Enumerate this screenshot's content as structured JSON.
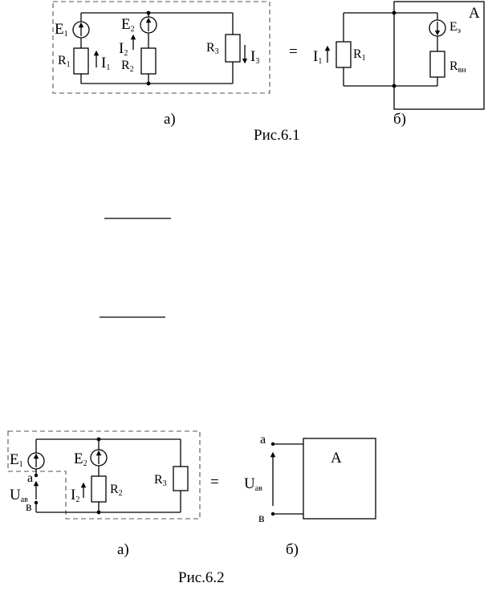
{
  "figure1": {
    "caption": "Рис.6.1",
    "part_a": "а)",
    "part_b": "б)",
    "equals": "=",
    "labels": {
      "E1": "E",
      "E1_sub": "1",
      "E2": "E",
      "E2_sub": "2",
      "R1": "R",
      "R1_sub": "1",
      "R2": "R",
      "R2_sub": "2",
      "R3": "R",
      "R3_sub": "3",
      "I1": "I",
      "I1_sub": "1",
      "I2": "I",
      "I2_sub": "2",
      "I3": "I",
      "I3_sub": "3",
      "b_I1": "I",
      "b_I1_sub": "1",
      "b_R1": "R",
      "b_R1_sub": "1",
      "b_E": "E",
      "b_E_sub": "э",
      "b_Rvn": "R",
      "b_Rvn_sub": "вн",
      "A": "A"
    }
  },
  "figure2": {
    "caption": "Рис.6.2",
    "part_a": "а)",
    "part_b": "б)",
    "equals": "=",
    "labels": {
      "E1": "E",
      "E1_sub": "1",
      "E2": "E",
      "E2_sub": "2",
      "R2": "R",
      "R2_sub": "2",
      "R3": "R",
      "R3_sub": "3",
      "I2": "I",
      "I2_sub": "2",
      "Uab": "U",
      "Uab_sub": "ав",
      "a": "а",
      "b": "в",
      "b_a": "а",
      "b_b": "в",
      "b_U": "U",
      "b_U_sub": "ав",
      "A": "A"
    }
  }
}
